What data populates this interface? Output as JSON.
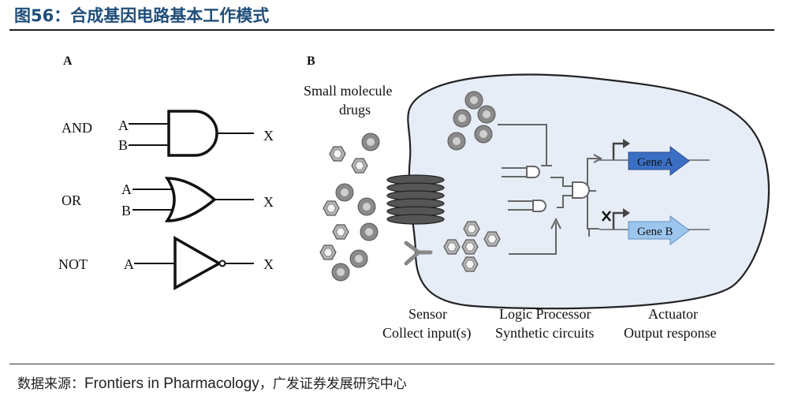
{
  "figure": {
    "title": "图56：合成基因电路基本工作模式",
    "source_prefix": "数据来源：",
    "source_en": "Frontiers in Pharmacology",
    "source_suffix": "，广发证券发展研究中心"
  },
  "panel_a": {
    "label": "A",
    "gates": [
      {
        "name": "AND",
        "inputs": [
          "A",
          "B"
        ],
        "output": "X"
      },
      {
        "name": "OR",
        "inputs": [
          "A",
          "B"
        ],
        "output": "X"
      },
      {
        "name": "NOT",
        "inputs": [
          "A"
        ],
        "output": "X"
      }
    ]
  },
  "panel_b": {
    "label": "B",
    "drugs_label_line1": "Small molecule",
    "drugs_label_line2": "drugs",
    "gene_a": "Gene A",
    "gene_b": "Gene B",
    "sensor_title": "Sensor",
    "sensor_sub": "Collect input(s)",
    "logic_title": "Logic Processor",
    "logic_sub": "Synthetic circuits",
    "actuator_title": "Actuator",
    "actuator_sub": "Output response",
    "colors": {
      "cell_fill": "#e6edf7",
      "gene_a": "#3b6fc4",
      "gene_b": "#9cc6ee",
      "hexagon": "#b3b3b3",
      "circle": "#8a8a8a"
    }
  }
}
